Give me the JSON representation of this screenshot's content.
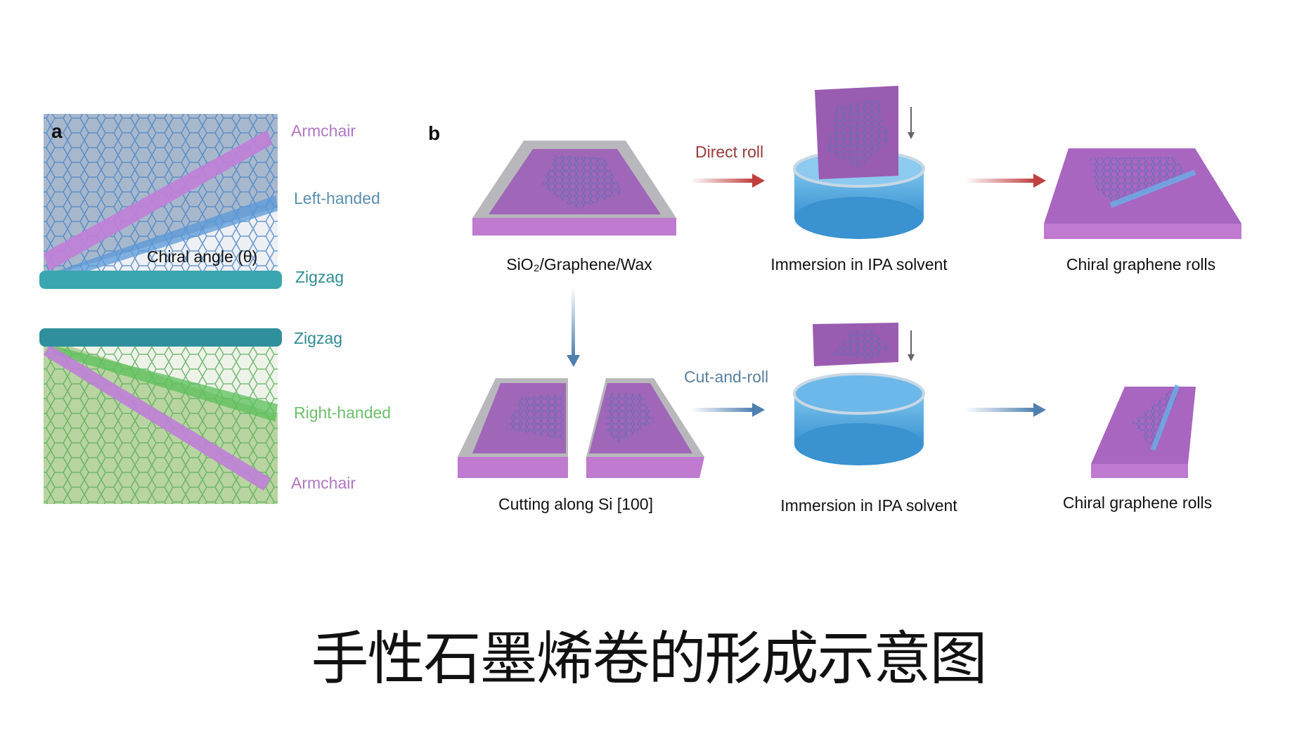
{
  "panel_a": {
    "label": "a",
    "top": {
      "armchair": "Armchair",
      "handed": "Left-handed",
      "angle": "Chiral angle (θ)",
      "zigzag": "Zigzag"
    },
    "bottom": {
      "zigzag": "Zigzag",
      "handed": "Right-handed",
      "armchair": "Armchair"
    }
  },
  "panel_b": {
    "label": "b",
    "top_row": {
      "arrow_label": "Direct roll",
      "steps": [
        "SiO₂/Graphene/Wax",
        "Immersion in IPA solvent",
        "Chiral graphene rolls"
      ]
    },
    "bottom_row": {
      "arrow_label": "Cut-and-roll",
      "steps": [
        "Cutting along Si [100]",
        "Immersion in IPA solvent",
        "Chiral graphene rolls"
      ]
    }
  },
  "caption": "手性石墨烯卷的形成示意图",
  "colors": {
    "armchair": "#b078c0",
    "left": "#5a8fb0",
    "zigzag": "#2e8c94",
    "right": "#5cbf5c",
    "direct": "#9a3a3a",
    "cut": "#5a7fa0"
  }
}
